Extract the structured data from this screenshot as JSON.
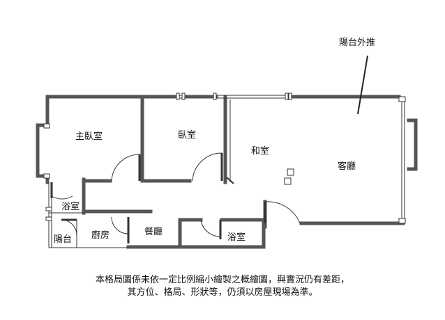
{
  "floorplan": {
    "callout": "陽台外推",
    "rooms": {
      "master_bedroom": "主臥室",
      "bedroom": "臥室",
      "japanese_room": "和室",
      "living_room": "客廳",
      "bathroom_1": "浴室",
      "bathroom_2": "浴室",
      "balcony": "陽台",
      "kitchen": "廚房",
      "dining_room": "餐廳"
    },
    "colors": {
      "wall": "#555555",
      "thin_line": "#333333",
      "text": "#111111"
    }
  },
  "disclaimer": {
    "line1": "本格局圖係未依一定比例縮小繪製之概繪圖，與實況仍有差距，",
    "line2": "其方位、格局、形狀等，仍須以房屋現場為準。"
  }
}
